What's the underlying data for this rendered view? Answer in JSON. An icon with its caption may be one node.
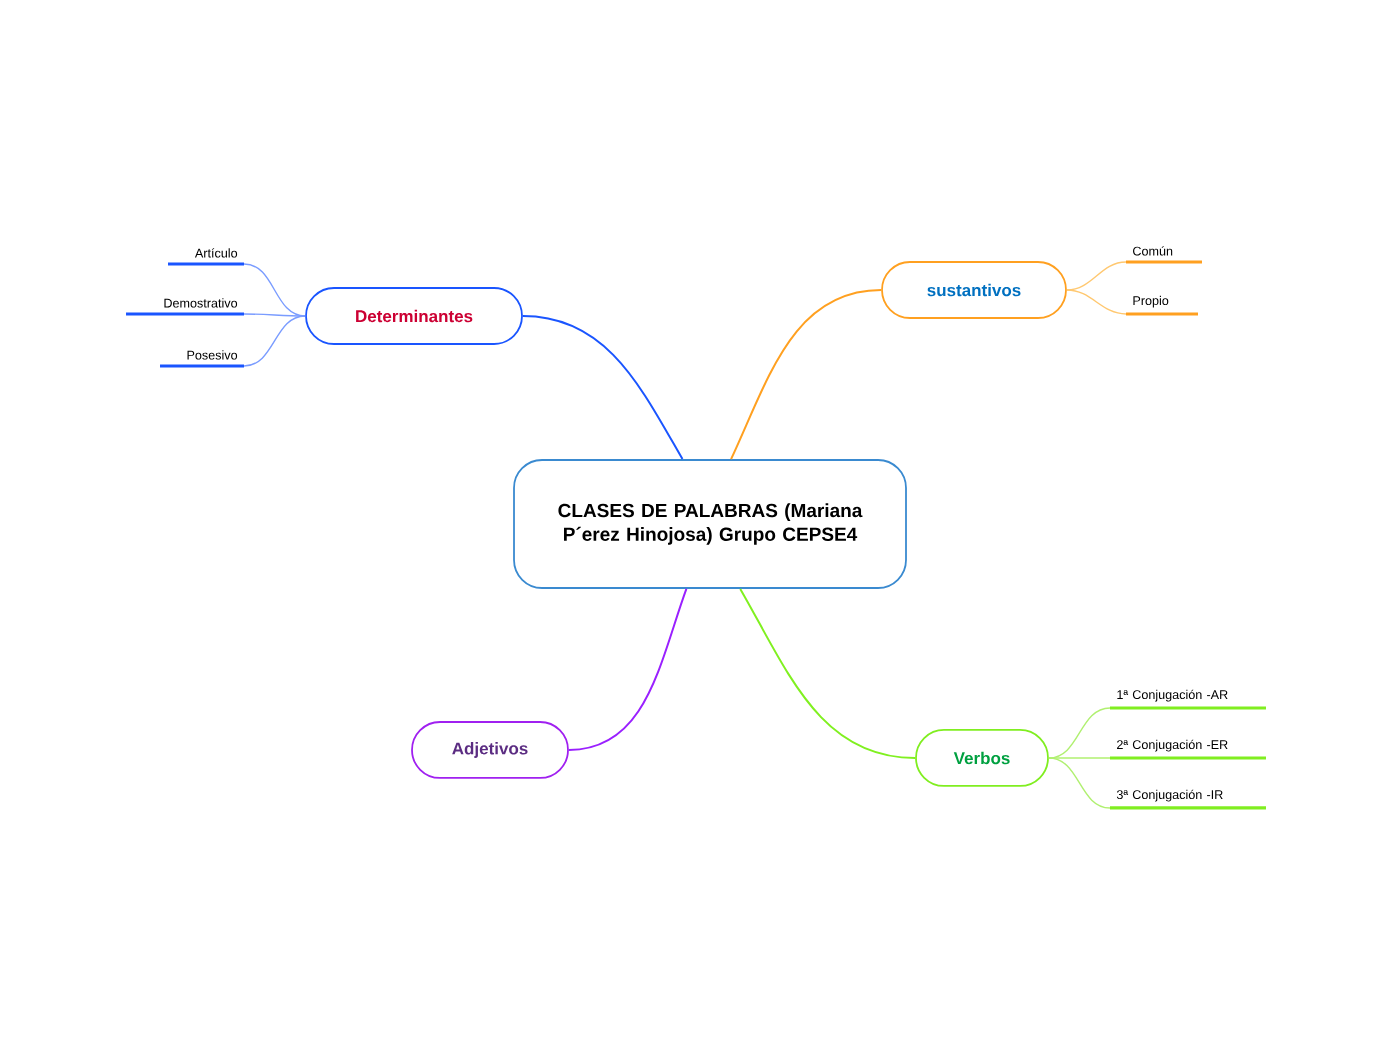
{
  "diagram": {
    "nodes": [
      {
        "text": [
          "CLASES DE PALABRAS (Mariana P´erez Hinojosa) Grupo CEPSE4"
        ]
      },
      {
        "text": [
          "Determinantes"
        ]
      },
      {
        "text": [
          "Artículo"
        ]
      },
      {
        "text": [
          "Demostrativo"
        ]
      },
      {
        "text": [
          "Posesivo"
        ]
      },
      {
        "text": [
          "sustantivos"
        ]
      },
      {
        "text": [
          "Común"
        ]
      },
      {
        "text": [
          "Propio"
        ]
      },
      {
        "text": [
          "Adjetivos"
        ]
      },
      {
        "text": [
          "Verbos"
        ]
      },
      {
        "text": [
          "1ª Conjugación -AR"
        ]
      },
      {
        "text": [
          "2ª Conjugación -ER"
        ]
      },
      {
        "text": [
          "3ª Conjugación -IR"
        ]
      }
    ],
    "edges": [
      {
        "from": 0,
        "to": 1,
        "arrow": "none",
        "color": "#1a55ff"
      },
      {
        "from": 1,
        "to": 2,
        "arrow": "none",
        "color": "#7a9cff"
      },
      {
        "from": 1,
        "to": 3,
        "arrow": "none",
        "color": "#7a9cff"
      },
      {
        "from": 1,
        "to": 4,
        "arrow": "none",
        "color": "#7a9cff"
      },
      {
        "from": 0,
        "to": 5,
        "arrow": "none",
        "color": "#ffa020"
      },
      {
        "from": 5,
        "to": 6,
        "arrow": "none",
        "color": "#ffc870"
      },
      {
        "from": 5,
        "to": 7,
        "arrow": "none",
        "color": "#ffc870"
      },
      {
        "from": 0,
        "to": 8,
        "arrow": "none",
        "color": "#9a20ff"
      },
      {
        "from": 0,
        "to": 9,
        "arrow": "none",
        "color": "#80f020"
      },
      {
        "from": 9,
        "to": 10,
        "arrow": "none",
        "color": "#b0f070"
      },
      {
        "from": 9,
        "to": 11,
        "arrow": "none",
        "color": "#b0f070"
      },
      {
        "from": 9,
        "to": 12,
        "arrow": "none",
        "color": "#b0f070"
      }
    ]
  }
}
